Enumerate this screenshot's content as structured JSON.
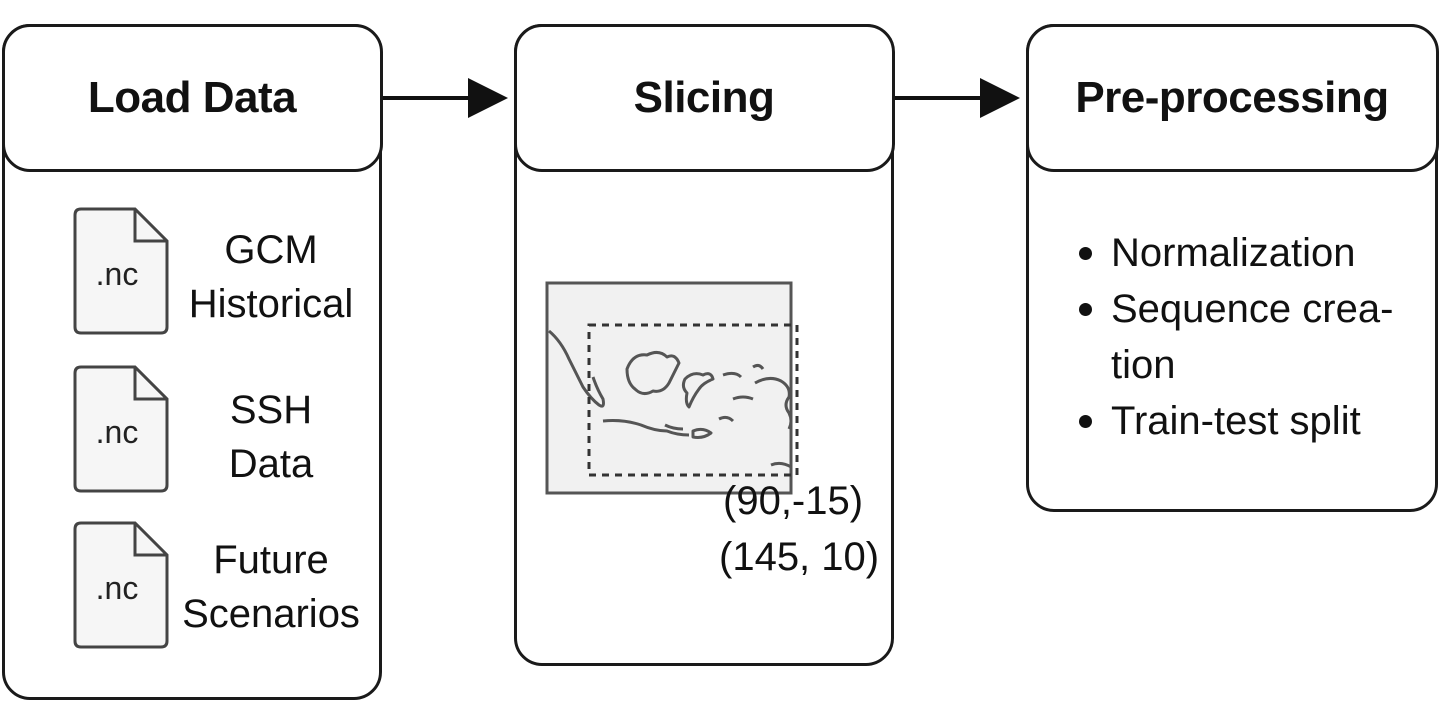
{
  "steps": {
    "load": {
      "title": "Load Data",
      "files": [
        {
          "ext": ".nc",
          "label_lines": [
            "GCM",
            "Historical"
          ]
        },
        {
          "ext": ".nc",
          "label_lines": [
            "SSH",
            "Data"
          ]
        },
        {
          "ext": ".nc",
          "label_lines": [
            "Future",
            "Scenarios"
          ]
        }
      ]
    },
    "slicing": {
      "title": "Slicing",
      "coords": [
        "(90,-15)",
        "(145, 10)"
      ]
    },
    "preprocessing": {
      "title": "Pre-processing",
      "bullets": [
        "Normalization",
        "Sequence crea-tion",
        "Train-test split"
      ],
      "bullet_lines": [
        [
          "Normalization"
        ],
        [
          "Sequence crea-",
          "tion"
        ],
        [
          "Train-test split"
        ]
      ]
    }
  },
  "colors": {
    "stroke": "#1a1a1a",
    "map_fill": "#f1f1f1",
    "file_fill": "#f6f6f6"
  }
}
